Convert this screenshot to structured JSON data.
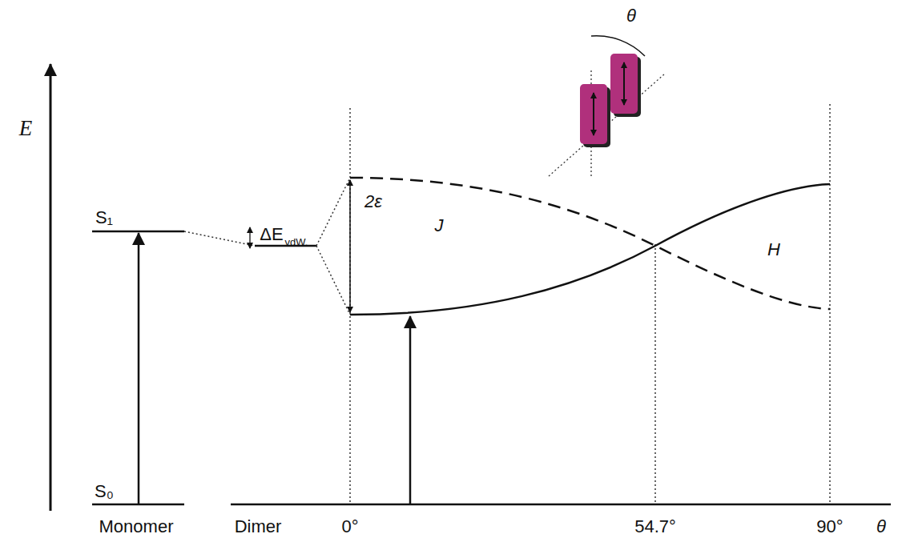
{
  "diagram": {
    "labels": [
      "E",
      "S₁",
      "S₀",
      "ΔE",
      "vdW.",
      "2ε",
      "J",
      "H",
      "θ",
      "Monomer",
      "Dimer",
      "0°",
      "54.7°",
      "90°",
      "θ"
    ]
  }
}
